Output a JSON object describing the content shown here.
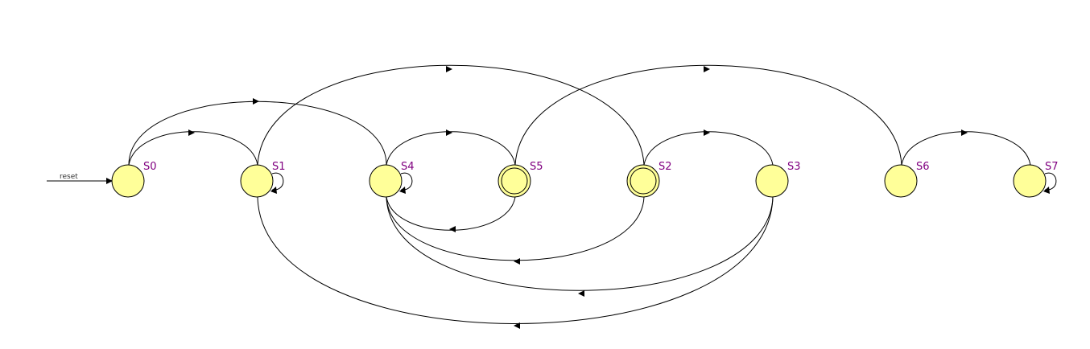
{
  "diagram": {
    "type": "state-machine",
    "reset_label": "reset",
    "colors": {
      "state_fill": "#ffff99",
      "state_stroke": "#000000",
      "label": "#800080",
      "edge": "#000000"
    },
    "states": [
      {
        "id": "S0",
        "label": "S0",
        "accepting": false,
        "self_loop": false
      },
      {
        "id": "S1",
        "label": "S1",
        "accepting": false,
        "self_loop": true
      },
      {
        "id": "S4",
        "label": "S4",
        "accepting": false,
        "self_loop": true
      },
      {
        "id": "S5",
        "label": "S5",
        "accepting": true,
        "self_loop": false
      },
      {
        "id": "S2",
        "label": "S2",
        "accepting": true,
        "self_loop": false
      },
      {
        "id": "S3",
        "label": "S3",
        "accepting": false,
        "self_loop": false
      },
      {
        "id": "S6",
        "label": "S6",
        "accepting": false,
        "self_loop": false
      },
      {
        "id": "S7",
        "label": "S7",
        "accepting": false,
        "self_loop": true
      }
    ],
    "initial_state": "S0",
    "transitions": [
      {
        "from": "S0",
        "to": "S1"
      },
      {
        "from": "S0",
        "to": "S4"
      },
      {
        "from": "S1",
        "to": "S1"
      },
      {
        "from": "S1",
        "to": "S2"
      },
      {
        "from": "S4",
        "to": "S4"
      },
      {
        "from": "S4",
        "to": "S5"
      },
      {
        "from": "S5",
        "to": "S4"
      },
      {
        "from": "S5",
        "to": "S6"
      },
      {
        "from": "S2",
        "to": "S3"
      },
      {
        "from": "S2",
        "to": "S4"
      },
      {
        "from": "S3",
        "to": "S4"
      },
      {
        "from": "S3",
        "to": "S1"
      },
      {
        "from": "S6",
        "to": "S7"
      },
      {
        "from": "S7",
        "to": "S7"
      }
    ]
  }
}
